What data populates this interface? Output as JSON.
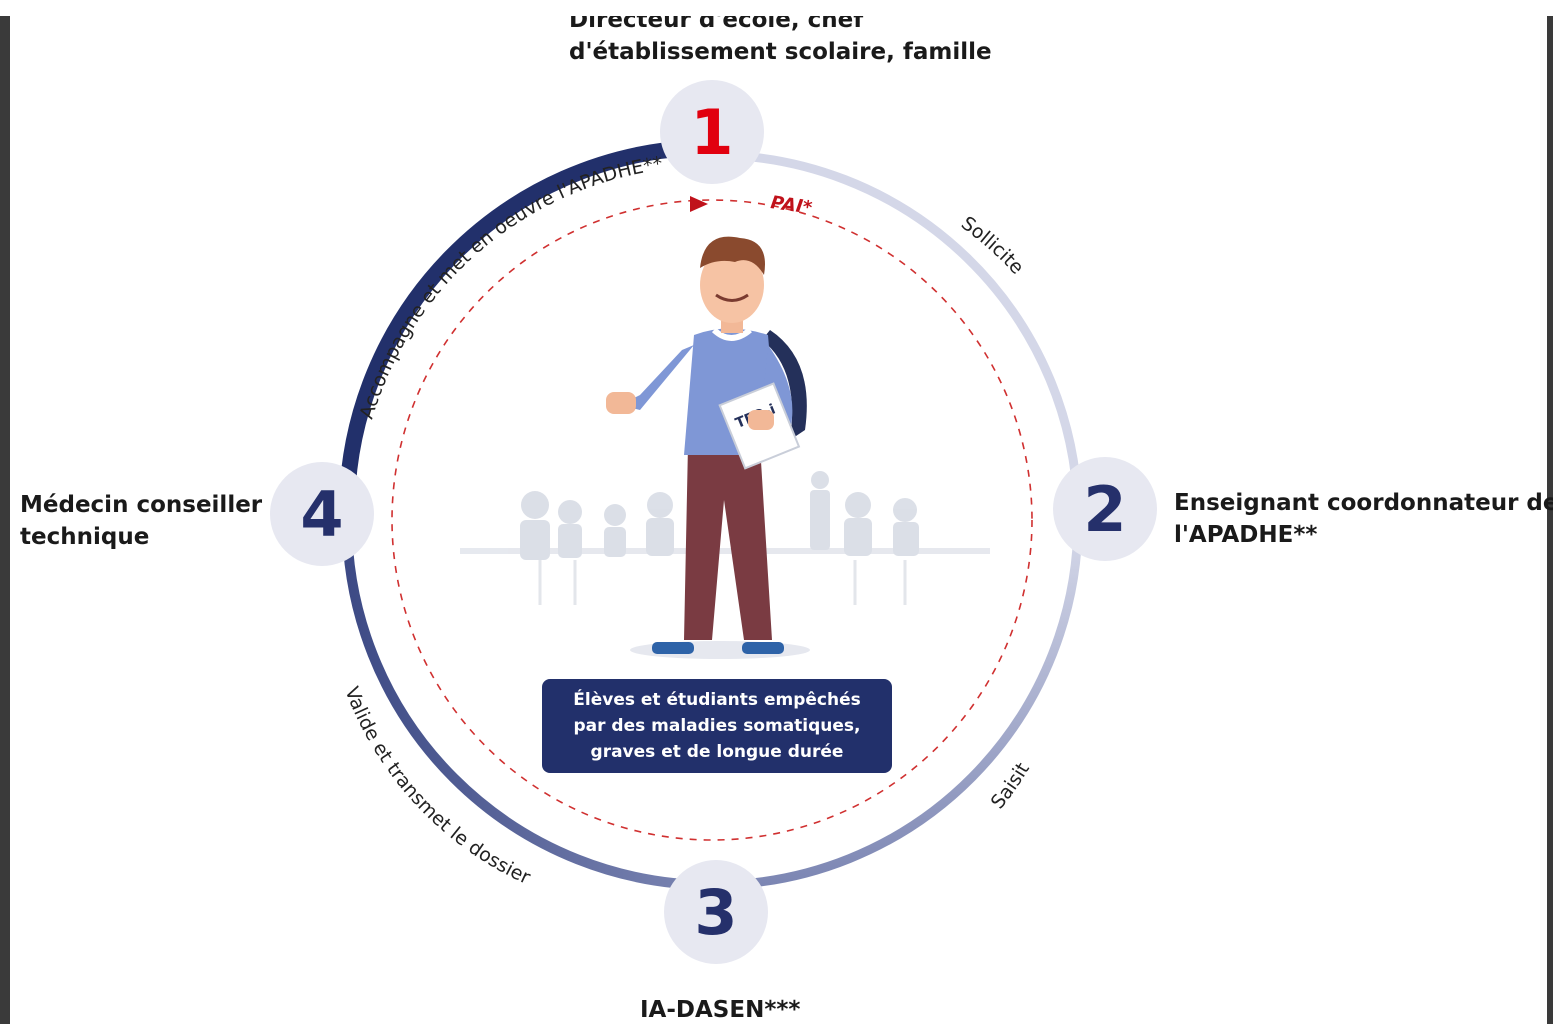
{
  "steps": [
    {
      "number": "1",
      "label_lines": [
        "Directeur d'école, chef",
        "d'établissement scolaire, famille"
      ],
      "color": "#e1000f"
    },
    {
      "number": "2",
      "label_lines": [
        "Enseignant coordonnateur de",
        "l'APADHE**"
      ],
      "color": "#25306b"
    },
    {
      "number": "3",
      "label_lines": [
        "IA-DASEN***"
      ],
      "color": "#25306b"
    },
    {
      "number": "4",
      "label_lines": [
        "Médecin conseiller",
        "technique"
      ],
      "color": "#25306b"
    }
  ],
  "arc_labels": {
    "solicite": "Sollicite",
    "saisit": "Saisit",
    "valide": "Valide et transmet le dossier",
    "accompagne": "Accompagne et met en oeuvre l'APADHE**"
  },
  "inner_loop_label": "PAI*",
  "central_box_lines": [
    "Élèves et étudiants empêchés",
    "par des maladies somatiques,",
    "graves et de longue durée"
  ],
  "book_label": "TED-i",
  "colors": {
    "navy": "#22306b",
    "pale_arc": "#c9cde0",
    "mid_arc": "#6b76a8",
    "red": "#e1000f",
    "circle_bg": "#e7e8f1"
  }
}
